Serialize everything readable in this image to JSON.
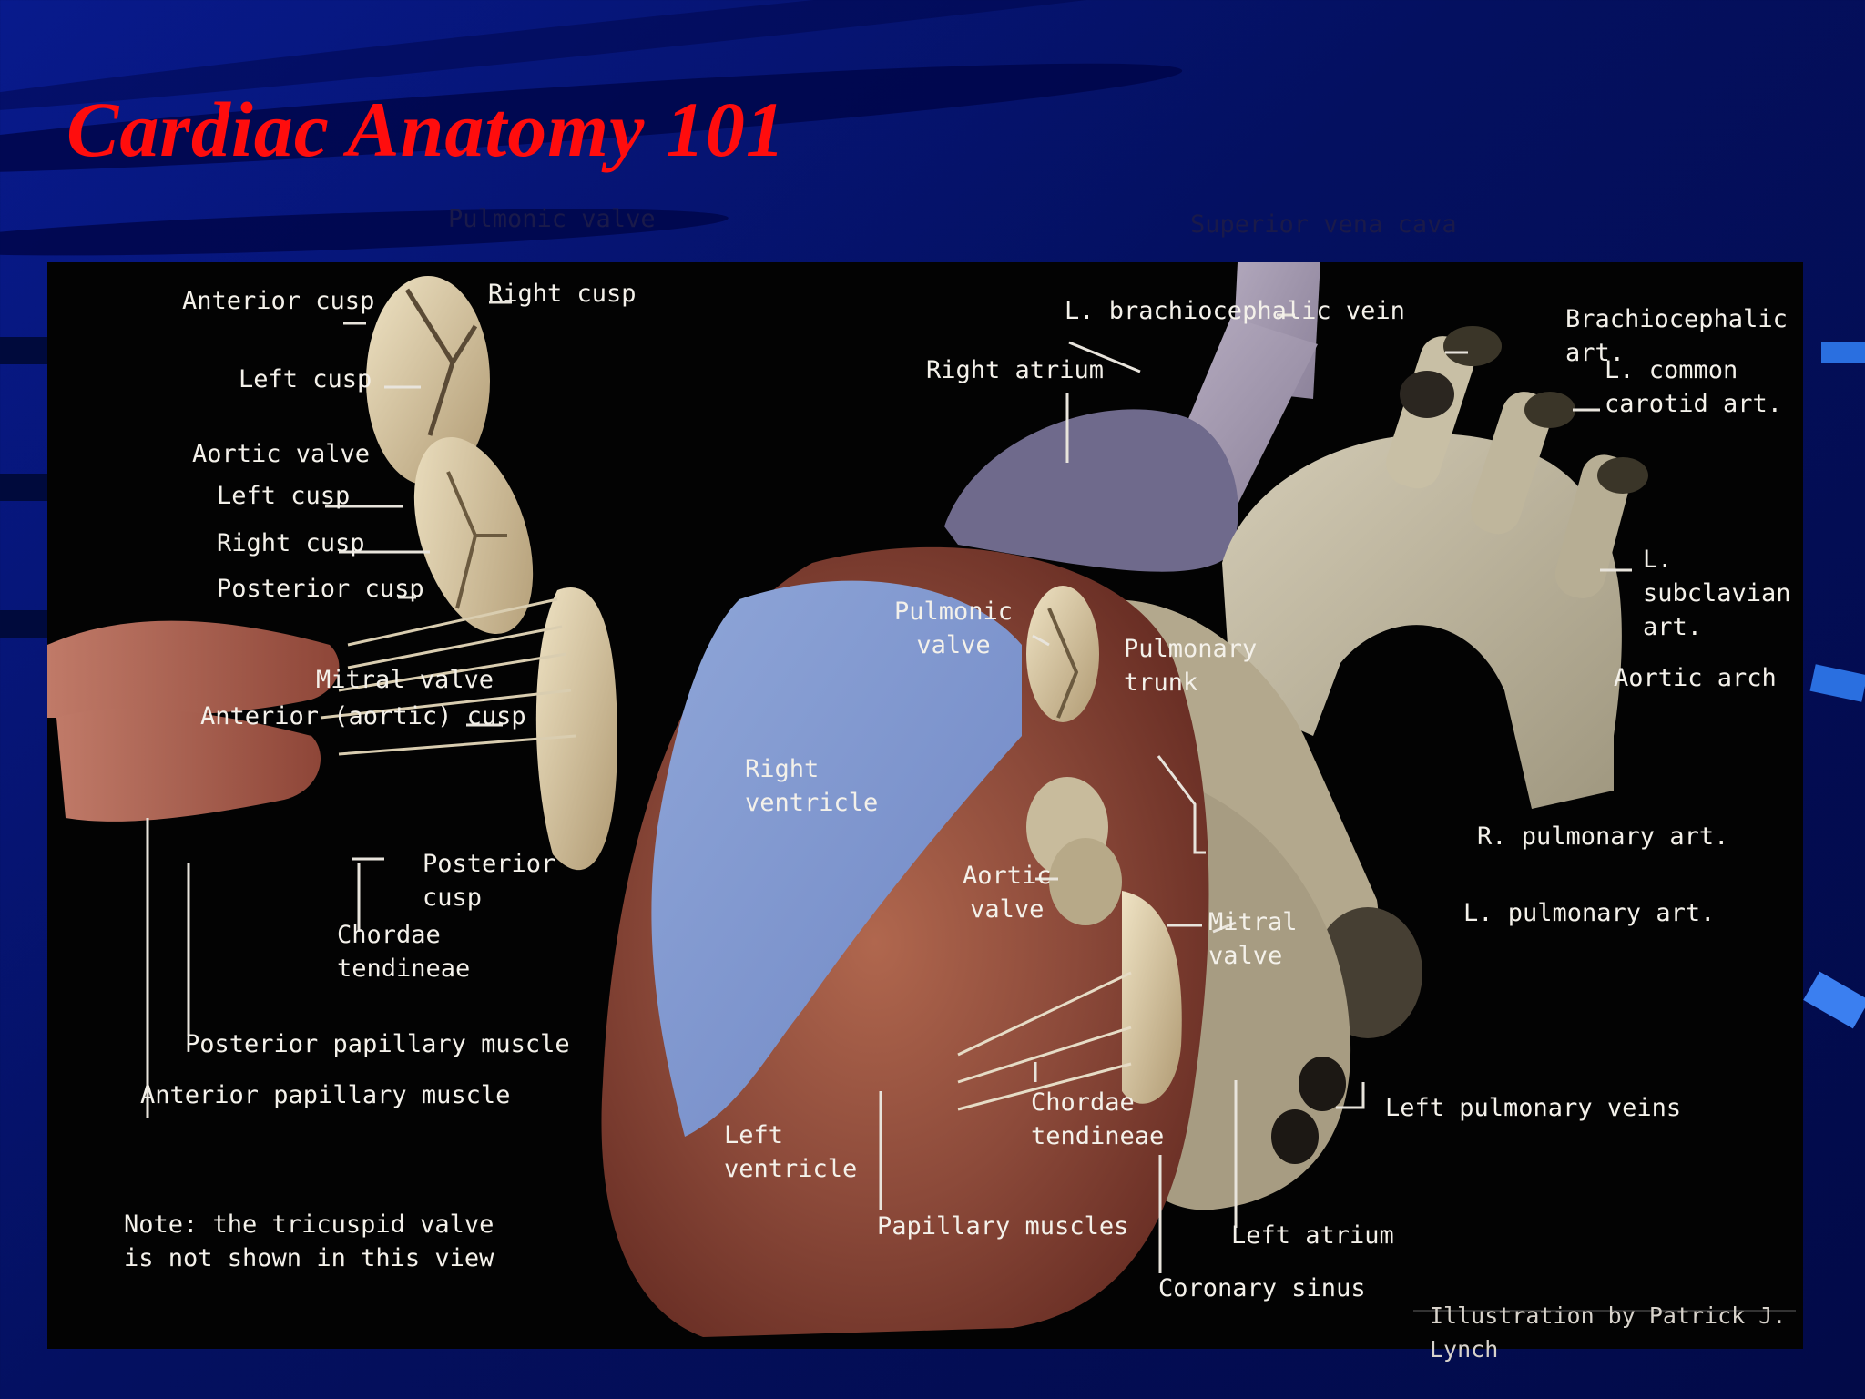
{
  "slide": {
    "title": "Cardiac Anatomy 101"
  },
  "diagram": {
    "labels": {
      "superior_vena_cava": "Superior vena cava",
      "l_brachiocephalic_vein": "L. brachiocephalic vein",
      "brachiocephalic_art": "Brachiocephalic art.",
      "l_common_carotid_art": "L. common\ncarotid art.",
      "right_atrium": "Right atrium",
      "l_subclavian_art": "L. subclavian\nart.",
      "aortic_arch": "Aortic arch",
      "pulmonic_valve": "Pulmonic\nvalve",
      "pulmonary_trunk": "Pulmonary\ntrunk",
      "right_ventricle": "Right\nventricle",
      "aortic_valve_main": "Aortic\nvalve",
      "r_pulmonary_art": "R. pulmonary art.",
      "l_pulmonary_art": "L. pulmonary art.",
      "mitral_valve_main": "Mitral\nvalve",
      "chordae_tendineae_main": "Chordae\ntendineae",
      "left_pulmonary_veins": "Left pulmonary veins",
      "left_ventricle": "Left\nventricle",
      "papillary_muscles": "Papillary muscles",
      "left_atrium": "Left atrium",
      "coronary_sinus": "Coronary sinus",
      "pulmonic_valve_detail": "Pulmonic valve",
      "anterior_cusp": "Anterior cusp",
      "right_cusp_top": "Right cusp",
      "left_cusp_top": "Left cusp",
      "aortic_valve_detail": "Aortic valve",
      "left_cusp_aortic": "Left cusp",
      "right_cusp_aortic": "Right cusp",
      "posterior_cusp_aortic": "Posterior cusp",
      "mitral_valve_detail": "Mitral valve",
      "anterior_aortic_cusp": "Anterior (aortic) cusp",
      "posterior_cusp_mitral": "Posterior\ncusp",
      "chordae_tendineae_detail": "Chordae\ntendineae",
      "posterior_papillary_muscle": "Posterior papillary muscle",
      "anterior_papillary_muscle": "Anterior papillary muscle"
    },
    "note": "Note: the tricuspid valve\nis not shown in this view",
    "credit": "Illustration by Patrick J. Lynch"
  },
  "colors": {
    "title": "#ff0d0d",
    "background": "#041060",
    "illustration_bg": "#030303",
    "label_text": "#f4f1ea"
  }
}
